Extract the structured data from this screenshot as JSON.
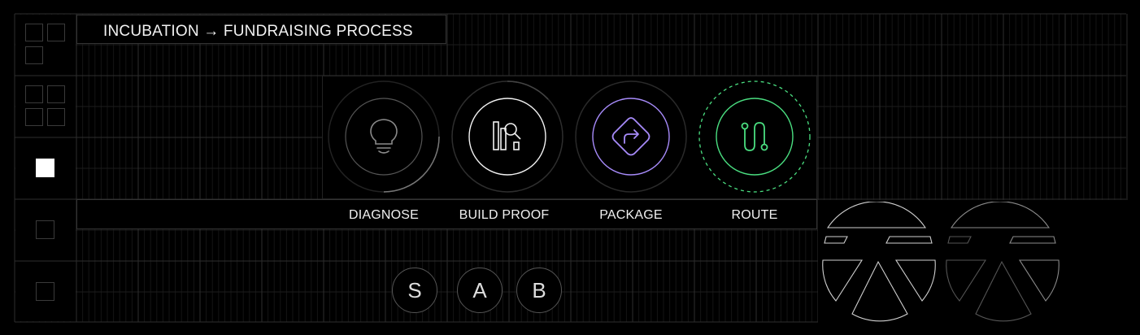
{
  "header": {
    "title": "INCUBATION → FUNDRAISING PROCESS"
  },
  "steps": [
    {
      "label": "DIAGNOSE",
      "icon": "lightbulb-icon",
      "accent": "#8a8a8a"
    },
    {
      "label": "BUILD PROOF",
      "icon": "chart-search-icon",
      "accent": "#ffffff"
    },
    {
      "label": "PACKAGE",
      "icon": "diamond-arrow-icon",
      "accent": "#a78bfa"
    },
    {
      "label": "ROUTE",
      "icon": "route-icon",
      "accent": "#4ade80"
    }
  ],
  "grades": [
    "S",
    "A",
    "B"
  ],
  "colors": {
    "background": "#000000",
    "grid": "#2a2a2a",
    "purple": "#a78bfa",
    "green": "#4ade80"
  }
}
